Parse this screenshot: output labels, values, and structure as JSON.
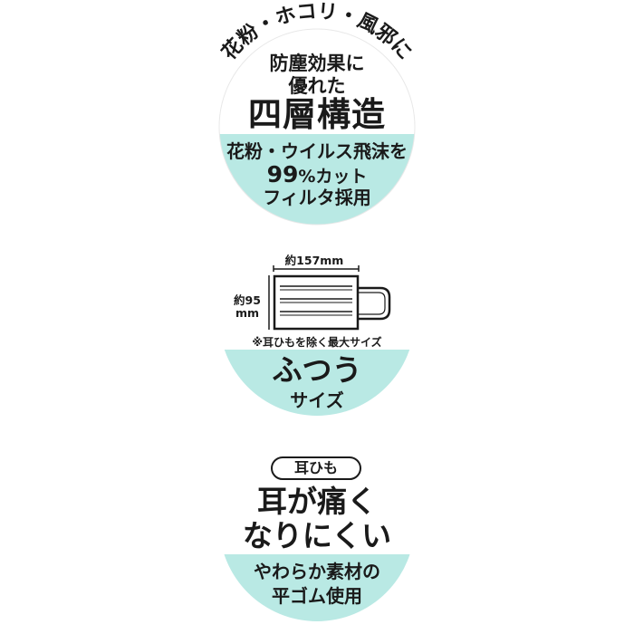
{
  "colors": {
    "accent_fill": "#b9e9e4",
    "ring_stroke": "#1a1a1a",
    "text": "#1a1a1a"
  },
  "badge1": {
    "arc_text": "花粉・ホコリ・風邪に",
    "line2": "防塵効果に",
    "line3": "優れた",
    "title": "四層構造",
    "caption_line1": "花粉・ウイルス飛沫を",
    "caption_line2_number": "99",
    "caption_line2_pct": "%",
    "caption_line2_suffix": "カット",
    "caption_line3": "フィルタ採用"
  },
  "diagram": {
    "width_label": "約157mm",
    "height_label_line1": "約95",
    "height_label_line2": "mm",
    "note": "※耳ひもを除く最大サイズ"
  },
  "badge2": {
    "title": "ふつう",
    "subtitle": "サイズ"
  },
  "badge3": {
    "pill": "耳ひも",
    "title_line1": "耳が痛く",
    "title_line2": "なりにくい",
    "caption_line1": "やわらか素材の",
    "caption_line2": "平ゴム使用"
  }
}
